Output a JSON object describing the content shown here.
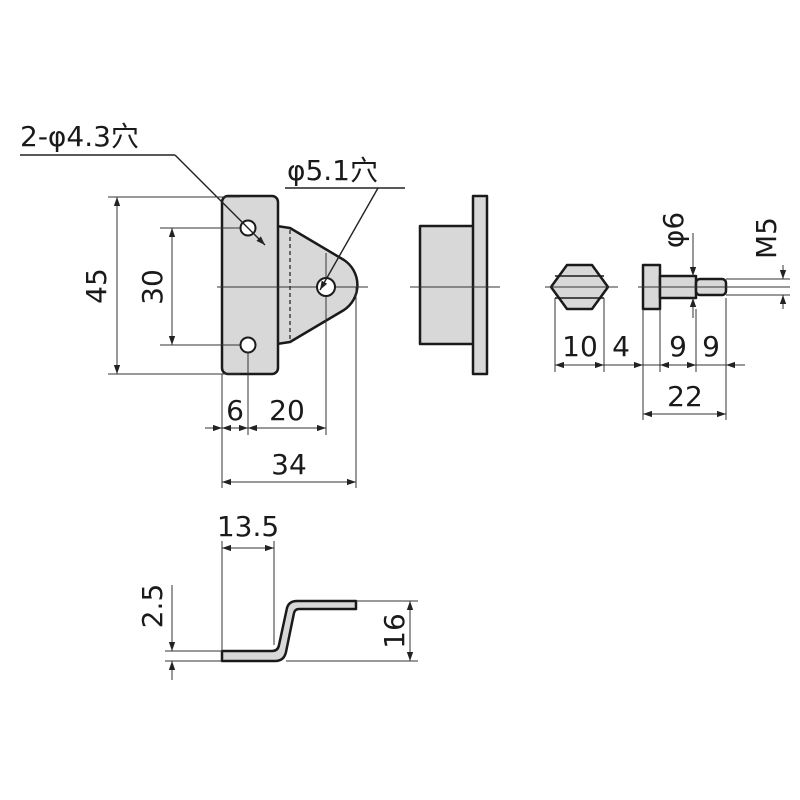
{
  "labels": {
    "holes_small": "2-φ4.3穴",
    "hole_large": "φ5.1穴",
    "height_outer": "45",
    "height_inner": "30",
    "width_6": "6",
    "width_20": "20",
    "width_34": "34",
    "hex_10": "10",
    "pin_4": "4",
    "pin_9a": "9",
    "pin_9b": "9",
    "pin_22": "22",
    "pin_dia": "φ6",
    "thread": "M5",
    "side_135": "13.5",
    "side_25": "2.5",
    "side_16": "16"
  }
}
